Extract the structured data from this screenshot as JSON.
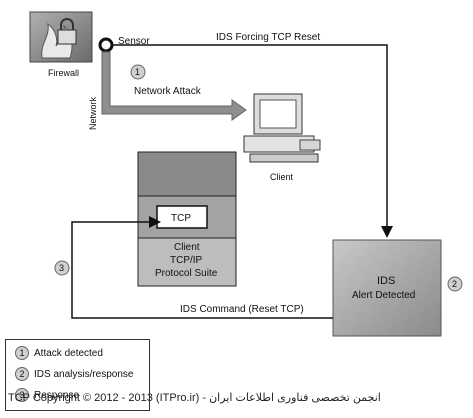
{
  "labels": {
    "firewall": "Firewall",
    "sensor": "Sensor",
    "ids_forcing": "IDS Forcing TCP Reset",
    "network": "Network",
    "network_attack": "Network Attack",
    "client": "Client",
    "tcp": "TCP",
    "client_stack_line1": "Client",
    "client_stack_line2": "TCP/IP",
    "client_stack_line3": "Protocol Suite",
    "ids_line1": "IDS",
    "ids_line2": "Alert Detected",
    "ids_command": "IDS Command (Reset TCP)",
    "step1": "1",
    "step2": "2",
    "step3": "3"
  },
  "legend": [
    {
      "num": "1",
      "text": "Attack detected"
    },
    {
      "num": "2",
      "text": "IDS analysis/response"
    },
    {
      "num": "3",
      "text": "Response"
    }
  ],
  "footer": "TCP Copyright © 2012 - 2013 (ITPro.ir) - انجمن تخصصی فناوری اطلاعات ایران"
}
